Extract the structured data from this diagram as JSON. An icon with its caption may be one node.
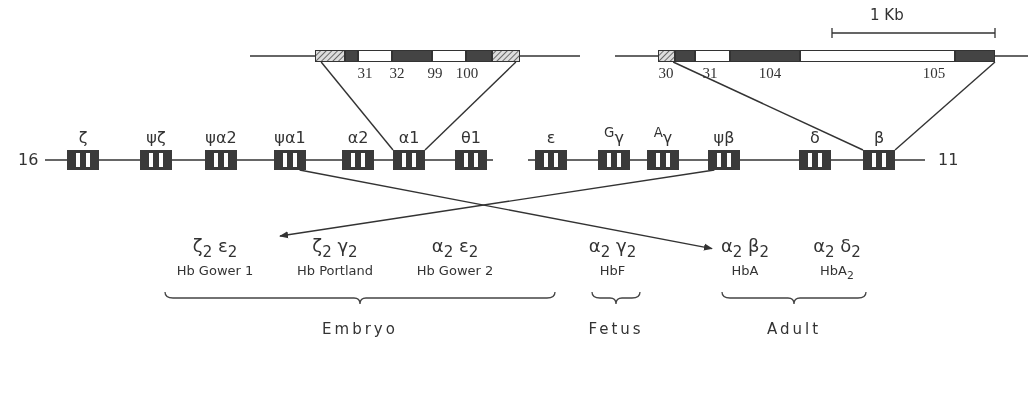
{
  "diagram": {
    "nodes": [
      {
        "text": [],
        "shape": "bar",
        "beside": [
          "31",
          "32",
          "99",
          "100"
        ]
      },
      {
        "text": [],
        "shape": "bar",
        "beside": [
          "30",
          "31",
          "104",
          "105"
        ]
      },
      {
        "text": [
          "ζ"
        ]
      },
      {
        "text": [
          "ψζ"
        ]
      },
      {
        "text": [
          "ψα2"
        ]
      },
      {
        "text": [
          "ψα1"
        ]
      },
      {
        "text": [
          "α2"
        ]
      },
      {
        "text": [
          "α1"
        ]
      },
      {
        "text": [
          "θ1"
        ]
      },
      {
        "text": [
          "ε"
        ]
      },
      {
        "text": [
          "$^{G}$γ"
        ]
      },
      {
        "text": [
          "$^{A}$γ"
        ]
      },
      {
        "text": [
          "ψβ"
        ]
      },
      {
        "text": [
          "δ"
        ]
      },
      {
        "text": [
          "β"
        ]
      },
      {
        "text": [
          "ζ$_{2}$ ε$_{2}$",
          "Hb Gower 1"
        ]
      },
      {
        "text": [
          "ζ$_{2}$ γ$_{2}$",
          "Hb Portland"
        ]
      },
      {
        "text": [
          "α$_{2}$ ε$_{2}$",
          "Hb Gower 2"
        ]
      },
      {
        "text": [
          "α$_{2}$ γ$_{2}$",
          "HbF"
        ]
      },
      {
        "text": [
          "α$_{2}$ β$_{2}$",
          "HbA"
        ]
      },
      {
        "text": [
          "α$_{2}$ δ$_{2}$",
          "HbA$_{2}$"
        ]
      }
    ],
    "edges": [
      {
        "from": 7,
        "to": 0,
        "arrow": "none"
      },
      {
        "from": 7,
        "to": 0,
        "arrow": "none"
      },
      {
        "from": 14,
        "to": 1,
        "arrow": "none"
      },
      {
        "from": 14,
        "to": 1,
        "arrow": "none"
      },
      {
        "from": 5,
        "to": 19,
        "arrow": "to"
      },
      {
        "from": 12,
        "to": 16,
        "arrow": "to"
      }
    ],
    "labels": [
      "1 Kb",
      "16",
      "11",
      "Embryo",
      "Fetus",
      "Adult"
    ]
  }
}
